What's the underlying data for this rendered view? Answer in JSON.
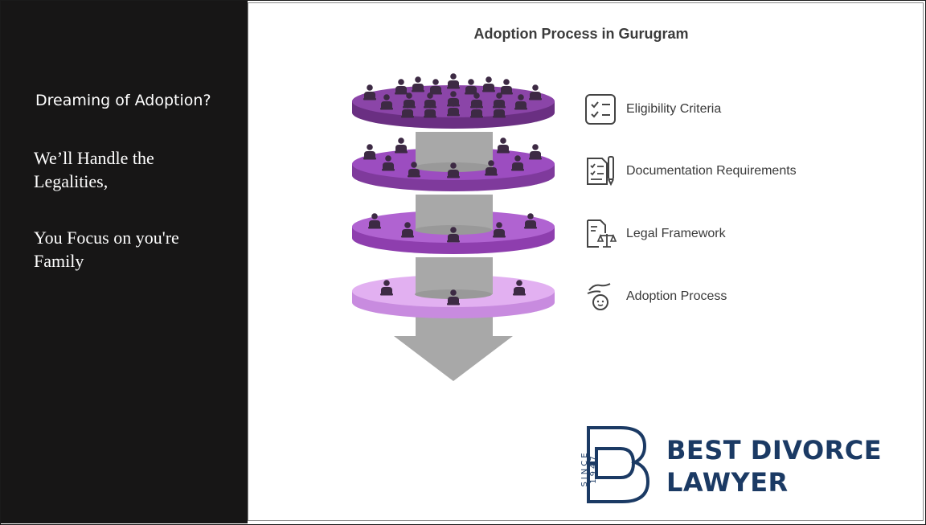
{
  "left": {
    "headline": "Dreaming of Adoption?",
    "line2a": "We’ll Handle the",
    "line2b": "Legalities,",
    "line3a": "You Focus on you're",
    "line3b": "Family"
  },
  "diagram": {
    "title": "Adoption Process in Gurugram",
    "steps": [
      {
        "label": "Eligibility Criteria",
        "icon": "checklist-icon"
      },
      {
        "label": "Documentation Requirements",
        "icon": "document-pen-icon"
      },
      {
        "label": "Legal Framework",
        "icon": "legal-scale-document-icon"
      },
      {
        "label": "Adoption Process",
        "icon": "hand-child-icon"
      }
    ],
    "layer_colors": [
      "#7a3f93",
      "#9243b3",
      "#a657c8",
      "#d9a3ec"
    ]
  },
  "logo": {
    "line1": "BEST DIVORCE",
    "line2": "LAWYER",
    "since": "SINCE 1947",
    "color": "#1b3a64"
  }
}
